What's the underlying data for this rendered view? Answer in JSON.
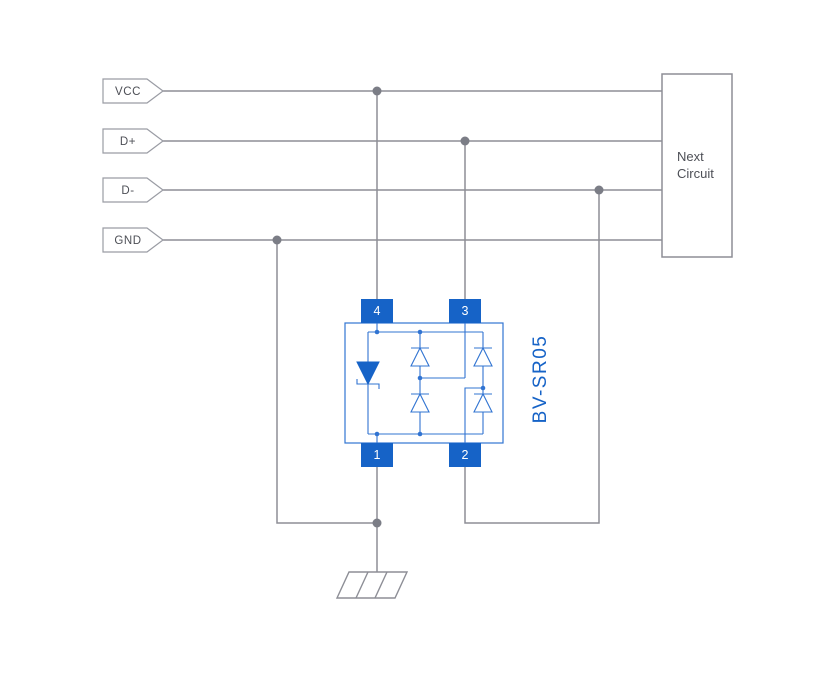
{
  "colors": {
    "line": "#8d8e96",
    "dot": "#7b7d86",
    "label_text": "#4d4f56",
    "tag_border": "#9a9ca4",
    "accent": "#1663c7",
    "accent_light": "#3174d2",
    "background": "#ffffff"
  },
  "nets": [
    {
      "label": "VCC"
    },
    {
      "label": "D+"
    },
    {
      "label": "D-"
    },
    {
      "label": "GND"
    }
  ],
  "next_circuit": {
    "line1": "Next",
    "line2": "Circuit"
  },
  "chip": {
    "part_number": "BV-SR05",
    "pins": [
      {
        "number": "4"
      },
      {
        "number": "3"
      },
      {
        "number": "1"
      },
      {
        "number": "2"
      }
    ]
  },
  "symbols": {
    "tvs_diode": "tvs-zener-diode-symbol",
    "steering_diode": "diode-symbol",
    "junction": "junction-dot",
    "ground": "chassis-ground-symbol",
    "net_tag": "net-label-flag"
  }
}
